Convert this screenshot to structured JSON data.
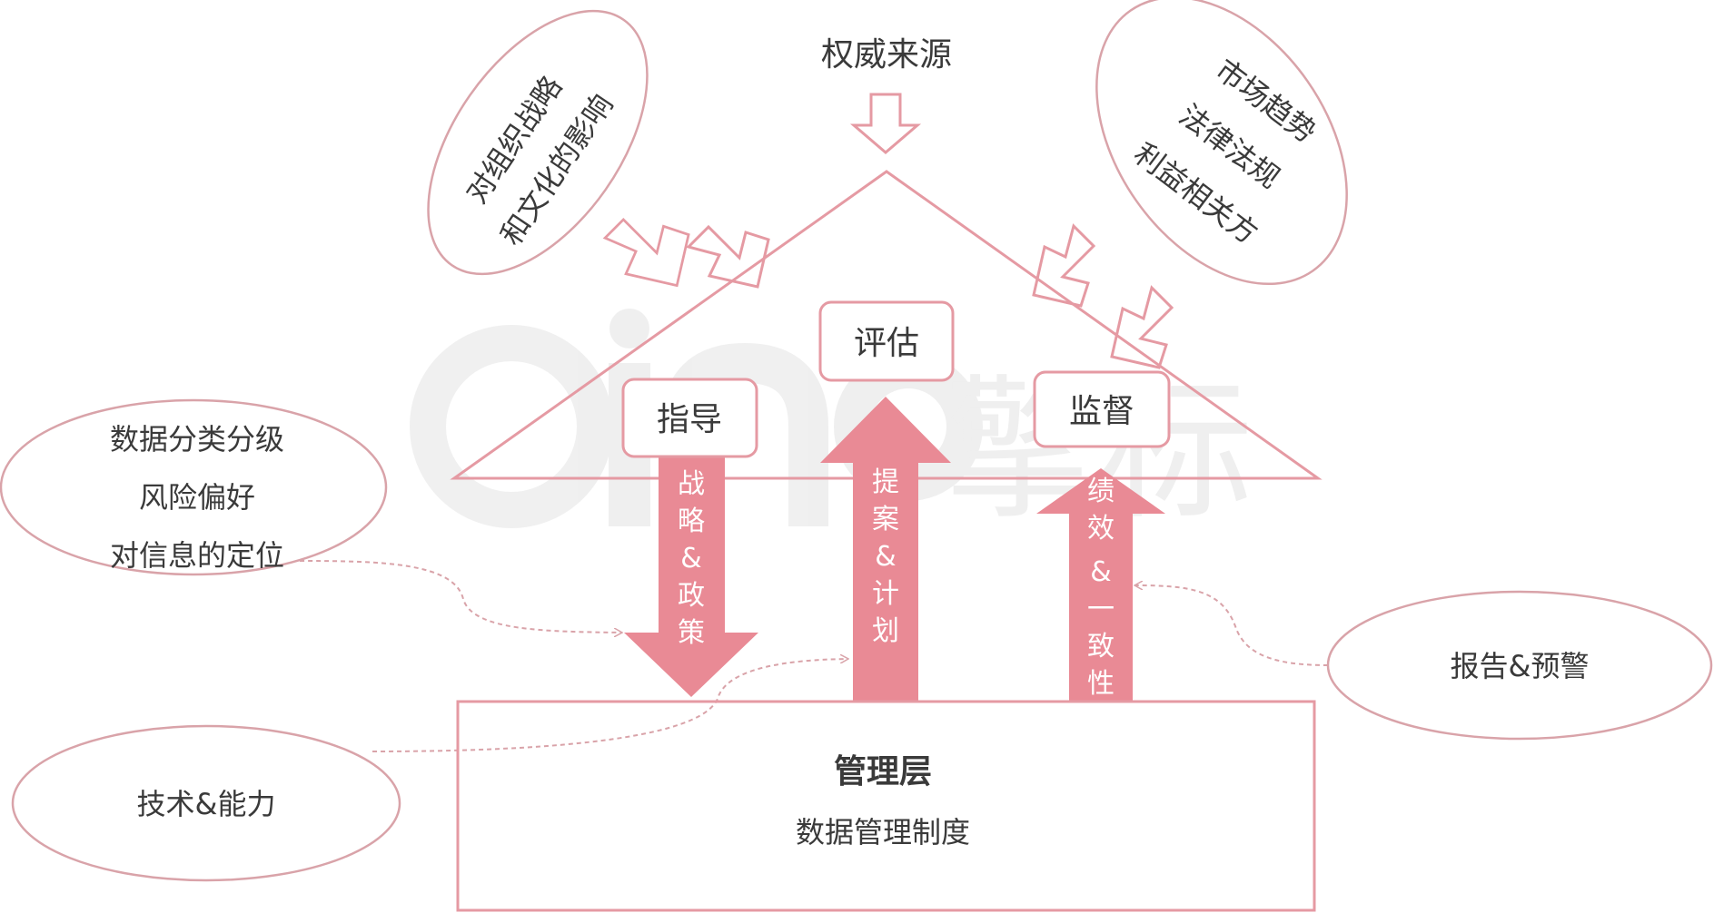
{
  "top_label": "权威来源",
  "left_ellipse": {
    "lines": [
      "对组织战略",
      "和文化的影响"
    ]
  },
  "right_ellipse": {
    "lines": [
      "市场趋势",
      "法律法规",
      "利益相关方"
    ]
  },
  "boxes": {
    "center": "评估",
    "left": "指导",
    "right": "监督"
  },
  "arrows": {
    "down": [
      "战",
      "略",
      "&",
      "政",
      "策"
    ],
    "up_center": [
      "提",
      "案",
      "&",
      "计",
      "划"
    ],
    "up_right": [
      "绩",
      "效",
      "&",
      "一",
      "致",
      "性"
    ]
  },
  "left_mid_ellipse": {
    "lines": [
      "数据分类分级",
      "风险偏好",
      "对信息的定位"
    ]
  },
  "bottom_left_ellipse": {
    "text": "技术&能力"
  },
  "right_bottom_ellipse": {
    "text": "报告&预警"
  },
  "base": {
    "title": "管理层",
    "subtitle": "数据管理制度"
  },
  "watermark": {
    "text": "擎标"
  },
  "colors": {
    "accent": "#e98a95",
    "outline": "#d9a3a9",
    "dark": "#3a3a3a"
  }
}
